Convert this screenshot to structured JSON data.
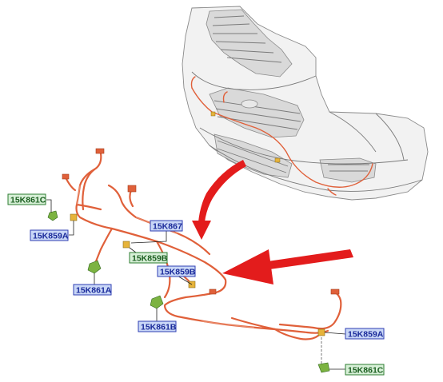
{
  "diagram": {
    "callouts": [
      {
        "id": "c-15k861c-top",
        "label": "15K861C",
        "style": "green"
      },
      {
        "id": "c-15k859a-left",
        "label": "15K859A",
        "style": "blue"
      },
      {
        "id": "c-15k867",
        "label": "15K867",
        "style": "blue"
      },
      {
        "id": "c-15k859b-top",
        "label": "15K859B",
        "style": "green"
      },
      {
        "id": "c-15k859b-mid",
        "label": "15K859B",
        "style": "blue"
      },
      {
        "id": "c-15k861a",
        "label": "15K861A",
        "style": "blue"
      },
      {
        "id": "c-15k861b",
        "label": "15K861B",
        "style": "blue"
      },
      {
        "id": "c-15k859a-right",
        "label": "15K859A",
        "style": "blue"
      },
      {
        "id": "c-15k861c-bottom",
        "label": "15K861C",
        "style": "green"
      }
    ],
    "colors": {
      "harness": "#e0603a",
      "arrow": "#e31c1c",
      "callout_blue_fill": "#c9d7f7",
      "callout_blue_stroke": "#2f3fb3",
      "callout_green_fill": "#d7f0d7",
      "callout_green_stroke": "#2e7d32",
      "sensor_green": "#7cb342",
      "sensor_yellow": "#e6b33a"
    },
    "icons": {
      "arrow_curved": "curved-arrow-icon",
      "arrow_straight": "straight-arrow-icon",
      "bumper": "front-bumper-illustration",
      "harness": "wiring-harness-illustration"
    }
  }
}
